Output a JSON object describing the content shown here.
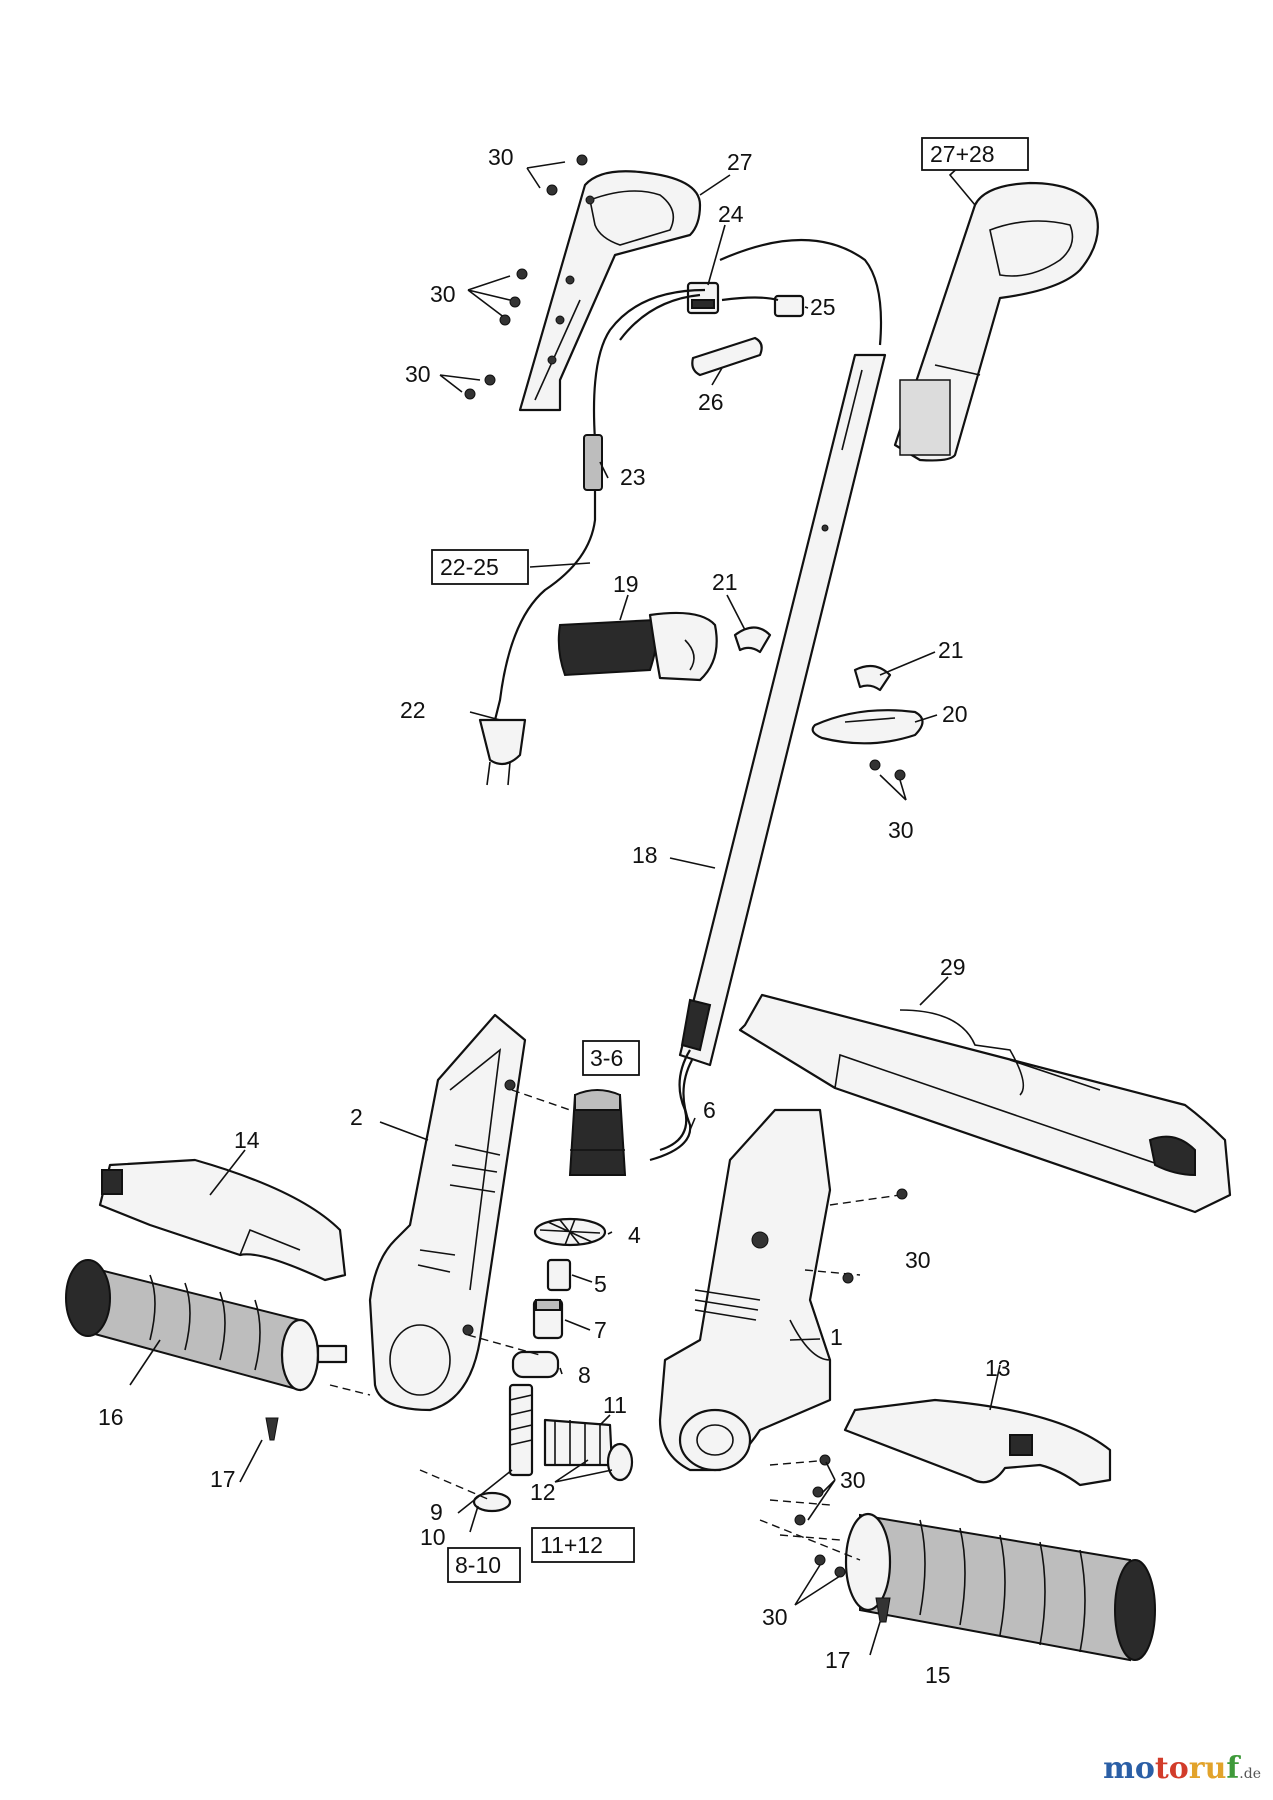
{
  "labels": [
    {
      "id": "30a",
      "text": "30"
    },
    {
      "id": "27",
      "text": "27"
    },
    {
      "id": "27+28",
      "text": "27+28",
      "boxed": true
    },
    {
      "id": "24",
      "text": "24"
    },
    {
      "id": "30b",
      "text": "30"
    },
    {
      "id": "25",
      "text": "25"
    },
    {
      "id": "30c",
      "text": "30"
    },
    {
      "id": "26",
      "text": "26"
    },
    {
      "id": "23",
      "text": "23"
    },
    {
      "id": "22-25",
      "text": "22-25",
      "boxed": true
    },
    {
      "id": "19",
      "text": "19"
    },
    {
      "id": "21a",
      "text": "21"
    },
    {
      "id": "21b",
      "text": "21"
    },
    {
      "id": "22",
      "text": "22"
    },
    {
      "id": "20",
      "text": "20"
    },
    {
      "id": "30d",
      "text": "30"
    },
    {
      "id": "18",
      "text": "18"
    },
    {
      "id": "29",
      "text": "29"
    },
    {
      "id": "3-6",
      "text": "3-6",
      "boxed": true
    },
    {
      "id": "2",
      "text": "2"
    },
    {
      "id": "14",
      "text": "14"
    },
    {
      "id": "6",
      "text": "6"
    },
    {
      "id": "4",
      "text": "4"
    },
    {
      "id": "30e",
      "text": "30"
    },
    {
      "id": "5",
      "text": "5"
    },
    {
      "id": "7",
      "text": "7"
    },
    {
      "id": "1",
      "text": "1"
    },
    {
      "id": "8",
      "text": "8"
    },
    {
      "id": "13",
      "text": "13"
    },
    {
      "id": "16",
      "text": "16"
    },
    {
      "id": "11",
      "text": "11"
    },
    {
      "id": "17a",
      "text": "17"
    },
    {
      "id": "30f",
      "text": "30"
    },
    {
      "id": "9",
      "text": "9"
    },
    {
      "id": "12",
      "text": "12"
    },
    {
      "id": "10",
      "text": "10"
    },
    {
      "id": "8-10",
      "text": "8-10",
      "boxed": true
    },
    {
      "id": "11+12",
      "text": "11+12",
      "boxed": true
    },
    {
      "id": "30g",
      "text": "30"
    },
    {
      "id": "17b",
      "text": "17"
    },
    {
      "id": "15",
      "text": "15"
    }
  ],
  "watermark": {
    "part1": "mo",
    "part2": "to",
    "part3": "ru",
    "part4": "f",
    "suffix": ".de"
  }
}
